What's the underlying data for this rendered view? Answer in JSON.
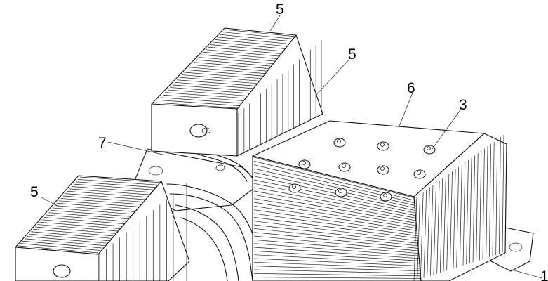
{
  "figure": {
    "description_free": true,
    "callouts": [
      {
        "id": "c5a",
        "label": "5"
      },
      {
        "id": "c5b",
        "label": "5"
      },
      {
        "id": "c6",
        "label": "6"
      },
      {
        "id": "c3",
        "label": "3"
      },
      {
        "id": "c7",
        "label": "7"
      },
      {
        "id": "c5c",
        "label": "5"
      },
      {
        "id": "c1",
        "label": "1"
      }
    ]
  },
  "colors": {
    "line": "#111111",
    "background": "#ffffff"
  }
}
